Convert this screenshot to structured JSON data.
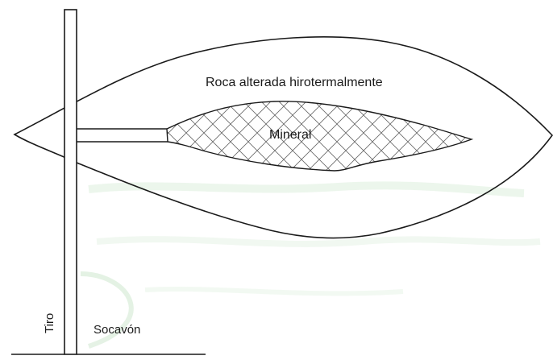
{
  "labels": {
    "altered_rock": "Roca alterada hirotermalmente",
    "mineral": "Mineral",
    "shaft": "Tiro",
    "adit": "Socavón"
  },
  "colors": {
    "line": "#1a1a1a",
    "hatch": "#555555",
    "faint_green": "#d6ecd6",
    "background": "#ffffff"
  }
}
